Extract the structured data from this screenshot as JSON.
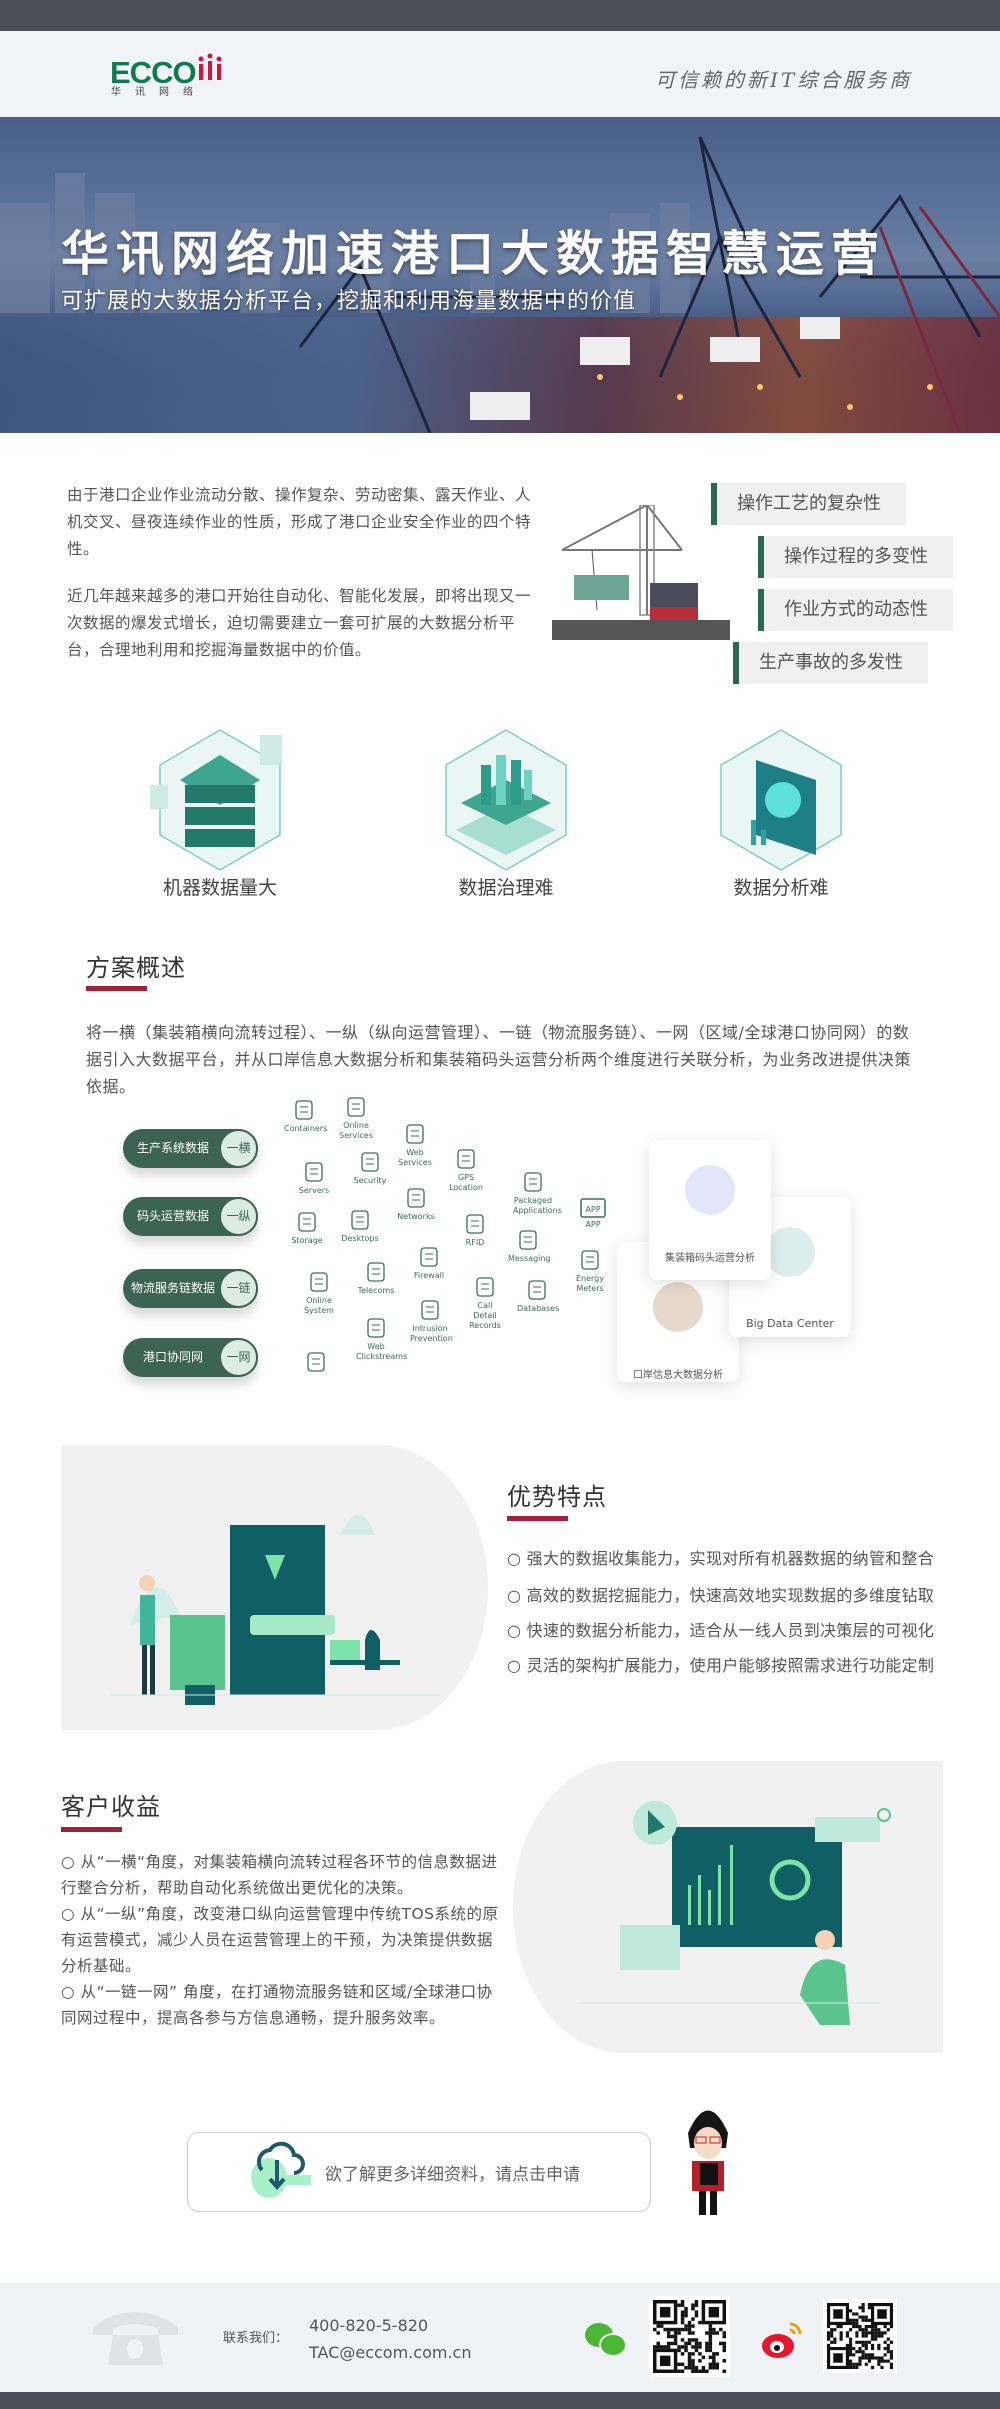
{
  "header": {
    "logo_text": "ECCO",
    "logo_sub": "华讯网络",
    "slogan": "可信赖的新IT综合服务商"
  },
  "hero": {
    "title": "华讯网络加速港口大数据智慧运营",
    "subtitle": "可扩展的大数据分析平台，挖掘和利用海量数据中的价值"
  },
  "intro": {
    "paragraph1": "由于港口企业作业流动分散、操作复杂、劳动密集、露天作业、人机交叉、昼夜连续作业的性质，形成了港口企业安全作业的四个特性。",
    "paragraph2": "近几年越来越多的港口开始往自动化、智能化发展，即将出现又一次数据的爆发式增长，迫切需要建立一套可扩展的大数据分析平台，合理地利用和挖掘海量数据中的价值。",
    "tags": [
      "操作工艺的复杂性",
      "操作过程的多变性",
      "作业方式的动态性",
      "生产事故的多发性"
    ]
  },
  "challenges": [
    "机器数据量大",
    "数据治理难",
    "数据分析难"
  ],
  "overview": {
    "title": "方案概述",
    "text": "将一横（集装箱横向流转过程）、一纵（纵向运营管理）、一链（物流服务链）、一网（区域/全球港口协同网）的数据引入大数据平台，并从口岸信息大数据分析和集装箱码头运营分析两个维度进行关联分析，为业务改进提供决策依据。",
    "pills": [
      {
        "label": "生产系统数据",
        "badge": "一横"
      },
      {
        "label": "码头运营数据",
        "badge": "一纵"
      },
      {
        "label": "物流服务链数据",
        "badge": "一链"
      },
      {
        "label": "港口协同网",
        "badge": "一网"
      }
    ],
    "sources": [
      "Containers",
      "Online Services",
      "Web Services",
      "GPS Location",
      "Servers",
      "Security",
      "Packaged Applications",
      "APP",
      "Storage",
      "Desktops",
      "Networks",
      "RFID",
      "Messaging",
      "Energy Meters",
      "Firewall",
      "Online System",
      "Telecoms",
      "Call Detail Records",
      "Databases",
      "Intrusion Prevention",
      "Web Clickstreams",
      ""
    ],
    "cards": [
      "集装箱码头运营分析",
      "Big Data Center",
      "口岸信息大数据分析"
    ]
  },
  "advantages": {
    "title": "优势特点",
    "items": [
      "强大的数据收集能力，实现对所有机器数据的纳管和整合",
      "高效的数据挖掘能力，快速高效地实现数据的多维度钻取",
      "快速的数据分析能力，适合从一线人员到决策层的可视化",
      "灵活的架构扩展能力，使用户能够按照需求进行功能定制"
    ]
  },
  "benefits": {
    "title": "客户收益",
    "items": [
      "○ 从“一横“角度，对集装箱横向流转过程各环节的信息数据进行整合分析，帮助自动化系统做出更优化的决策。",
      "○ 从“一纵”角度，改变港口纵向运营管理中传统TOS系统的原有运营模式，减少人员在运营管理上的干预，为决策提供数据分析基础。",
      "○ 从“一链一网” 角度，在打通物流服务链和区域/全球港口协同网过程中，提高各参与方信息通畅，提升服务效率。"
    ]
  },
  "cta": {
    "label": "欲了解更多详细资料，请点击申请"
  },
  "footer": {
    "contact_label": "联系我们：",
    "phone": "400-820-5-820",
    "email": "TAC@eccom.com.cn"
  },
  "colors": {
    "brand_green": "#0f7a50",
    "accent_red": "#a3203a",
    "dark_green": "#3b6452",
    "teal": "#2d6655"
  }
}
